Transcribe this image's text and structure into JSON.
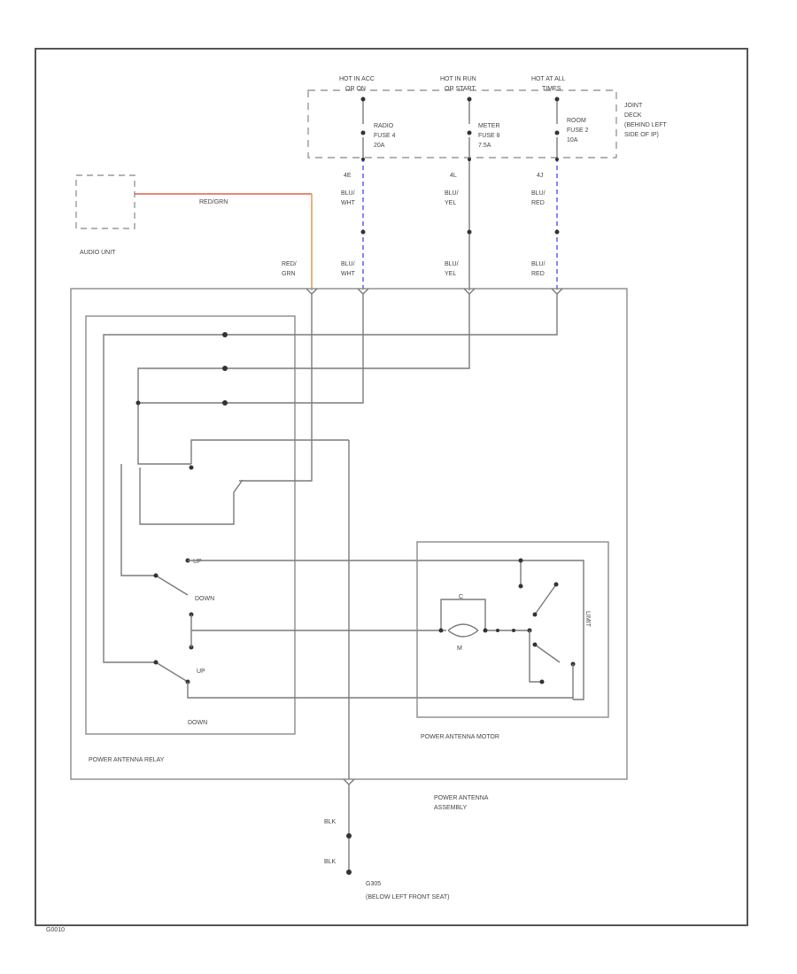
{
  "power_sources": {
    "acc": {
      "line1": "HOT IN ACC",
      "line2": "OR ON"
    },
    "run": {
      "line1": "HOT IN RUN",
      "line2": "OR START"
    },
    "all": {
      "line1": "HOT AT ALL",
      "line2": "TIMES"
    }
  },
  "fuses": {
    "radio": {
      "line1": "RADIO",
      "line2": "FUSE 4",
      "line3": "20A"
    },
    "meter": {
      "line1": "METER",
      "line2": "FUSE 8",
      "line3": "7.5A"
    },
    "room": {
      "line1": "ROOM",
      "line2": "FUSE 2",
      "line3": "10A"
    }
  },
  "joint_box": {
    "line1": "JOINT",
    "line2": "DECK",
    "line3": "(BEHIND LEFT",
    "line4": "SIDE OF IP)"
  },
  "pins": {
    "radio": "4E",
    "meter": "4L",
    "room": "4J"
  },
  "wire_colors": {
    "blu_wht": {
      "line1": "BLU/",
      "line2": "WHT"
    },
    "blu_yel": {
      "line1": "BLU/",
      "line2": "YEL"
    },
    "blu_red": {
      "line1": "BLU/",
      "line2": "RED"
    },
    "red_grn": {
      "line1": "RED/",
      "line2": "GRN"
    },
    "blk": "BLK"
  },
  "audio_unit": {
    "label": "AUDIO UNIT",
    "wire_label": "RED/GRN"
  },
  "relay": {
    "label": "POWER ANTENNA RELAY",
    "down_label": "DOWN",
    "switch_down": "DOWN",
    "switch_up": "UP",
    "switch_top": "UP"
  },
  "motor": {
    "label": "POWER ANTENNA MOTOR",
    "symbol": "M",
    "limit_label": "LIMIT"
  },
  "assembly": {
    "line1": "POWER ANTENNA",
    "line2": "ASSEMBLY"
  },
  "ground": {
    "id": "G305",
    "location": "(BELOW LEFT FRONT SEAT)"
  },
  "footer": {
    "code": "G0010"
  },
  "colors": {
    "wire_red": "#e06040",
    "wire_orange": "#e0a060",
    "wire_blue": "#5050f0",
    "line": "#7a7a7a"
  }
}
